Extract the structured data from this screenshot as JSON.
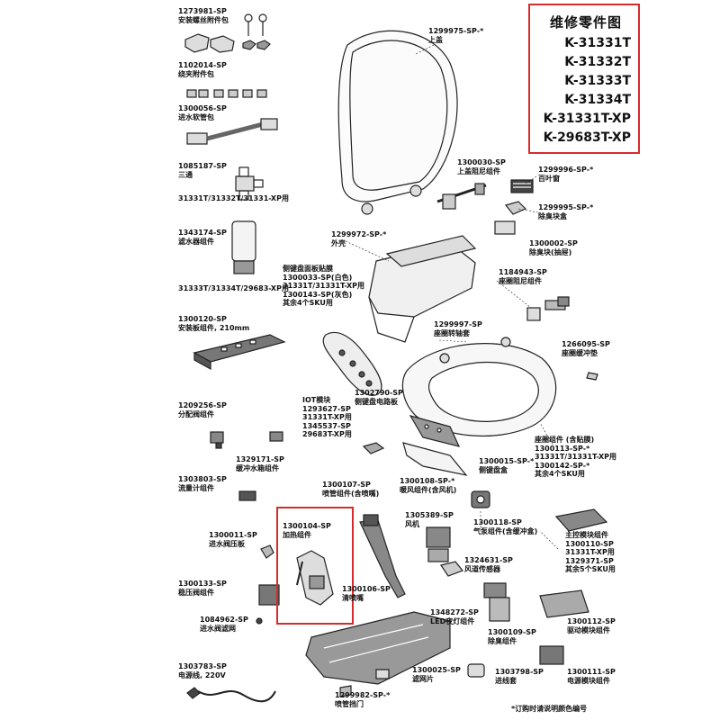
{
  "title": "维修零件图",
  "models": [
    "K-31331T",
    "K-31332T",
    "K-31333T",
    "K-31334T",
    "K-31331T-XP",
    "K-29683T-XP"
  ],
  "footnote": "*订购时请说明颜色编号",
  "parts": {
    "p1273981": [
      "1273981-SP",
      "安装螺丝附件包"
    ],
    "p1102014": [
      "1102014-SP",
      "绕夹附件包"
    ],
    "p1300056": [
      "1300056-SP",
      "进水软管包"
    ],
    "p1085187": [
      "1085187-SP",
      "三通",
      "31331T/31332T/31331-XP用"
    ],
    "p1343174": [
      "1343174-SP",
      "滤水器组件",
      "31333T/31334T/29683-XP用"
    ],
    "p1300120": [
      "1300120-SP",
      "安装板组件, 210mm"
    ],
    "p1209256": [
      "1209256-SP",
      "分配阀组件"
    ],
    "p1329171": [
      "1329171-SP",
      "缓冲水箱组件"
    ],
    "p1303803": [
      "1303803-SP",
      "流量计组件"
    ],
    "p1300011": [
      "1300011-SP",
      "进水阀压板"
    ],
    "p1300133": [
      "1300133-SP",
      "稳压阀组件"
    ],
    "p1084962": [
      "1084962-SP",
      "进水阀滤网"
    ],
    "p1303783": [
      "1303783-SP",
      "电源线, 220V"
    ],
    "p1299975": [
      "1299975-SP-*",
      "上盖"
    ],
    "p1300030": [
      "1300030-SP",
      "上盖阻尼组件"
    ],
    "p1299996": [
      "1299996-SP-*",
      "百叶窗"
    ],
    "p1299995": [
      "1299995-SP-*",
      "除臭块盒"
    ],
    "p1300002": [
      "1300002-SP",
      "除臭块(抽屉)"
    ],
    "p1299972": [
      "1299972-SP-*",
      "外壳"
    ],
    "p1184943": [
      "1184943-SP",
      "座圈阻尼组件"
    ],
    "p_panel": [
      "侧键盘面板贴膜",
      "1300033-SP(白色)",
      "31331T/31331T-XP用",
      "1300143-SP(灰色)",
      "其余4个SKU用"
    ],
    "p1299997": [
      "1299997-SP",
      "座圈转轴套"
    ],
    "p1266095": [
      "1266095-SP",
      "座圈缓冲垫"
    ],
    "p_iot": [
      "IOT模块",
      "1293627-SP",
      "31331T-XP用",
      "1345537-SP",
      "29683T-XP用"
    ],
    "p1302790": [
      "1302790-SP",
      "侧键盘电路板"
    ],
    "p_seat": [
      "座圈组件 (含贴膜)",
      "1300113-SP-*",
      "31331T/31331T-XP用",
      "1300142-SP-*",
      "其余4个SKU用"
    ],
    "p1300015": [
      "1300015-SP-*",
      "侧键盘盒"
    ],
    "p1300107": [
      "1300107-SP",
      "喷管组件(含喷嘴)"
    ],
    "p1300108": [
      "1300108-SP-*",
      "暖风组件(含风机)"
    ],
    "p1305389": [
      "1305389-SP",
      "风机"
    ],
    "p1300118": [
      "1300118-SP",
      "气泵组件(含缓冲盒)"
    ],
    "p_main": [
      "主控模块组件",
      "1300110-SP",
      "31331T-XP用",
      "1329371-SP",
      "其余5个SKU用"
    ],
    "p1300104": [
      "1300104-SP",
      "加热组件"
    ],
    "p1324631": [
      "1324631-SP",
      "风道传感器"
    ],
    "p1300106": [
      "1300106-SP",
      "清喷嘴"
    ],
    "p1348272": [
      "1348272-SP",
      "LED夜灯组件"
    ],
    "p1300109": [
      "1300109-SP",
      "除臭组件"
    ],
    "p1300112": [
      "1300112-SP",
      "驱动模块组件"
    ],
    "p1300025": [
      "1300025-SP",
      "滤网片"
    ],
    "p1303798": [
      "1303798-SP",
      "进线套"
    ],
    "p1300111": [
      "1300111-SP",
      "电源模块组件"
    ],
    "p1299982": [
      "1299982-SP-*",
      "喷管挡门"
    ]
  }
}
